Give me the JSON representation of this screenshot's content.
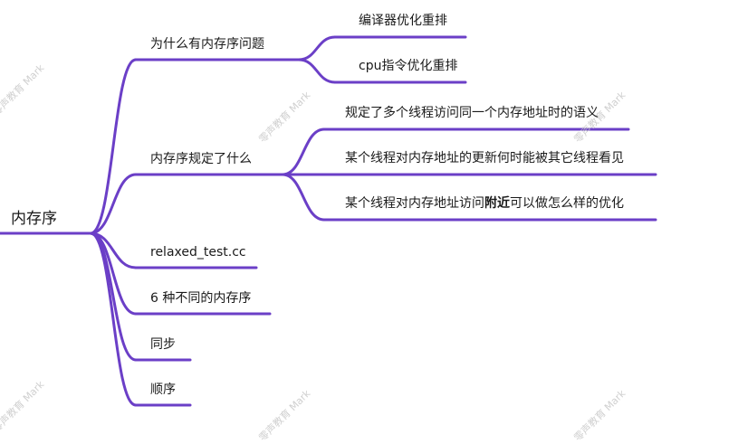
{
  "root": "内存序",
  "branches": [
    {
      "label": "为什么有内存序问题",
      "children": [
        "编译器优化重排",
        "cpu指令优化重排"
      ]
    },
    {
      "label": "内存序规定了什么",
      "children": [
        "规定了多个线程访问同一个内存地址时的语义",
        "某个线程对内存地址的更新何时能被其它线程看见",
        {
          "before": "某个线程对内存地址访问",
          "bold": "附近",
          "after": "可以做怎么样的优化"
        }
      ]
    },
    {
      "label": "relaxed_test.cc"
    },
    {
      "label": "6 种不同的内存序"
    },
    {
      "label": "同步"
    },
    {
      "label": "顺序"
    }
  ],
  "watermark": "零声教育 Mark",
  "colors": {
    "branch": "#6b3fc7",
    "text": "#1a1a1a",
    "watermark": "#c4c4c4"
  }
}
